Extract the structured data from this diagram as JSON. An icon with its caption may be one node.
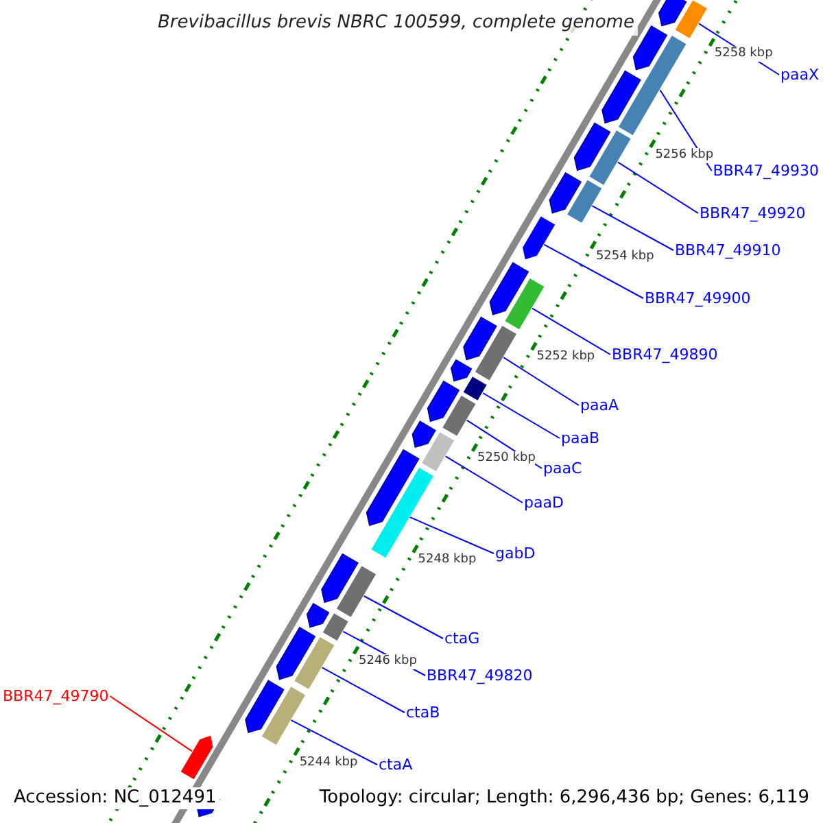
{
  "diagram": {
    "title": "Brevibacillus brevis NBRC 100599, complete genome",
    "nodes": [
      {
        "text": [
          "paaX"
        ]
      },
      {
        "text": [],
        "shape": "bar"
      },
      {
        "text": [
          "BBR47_49930"
        ]
      },
      {
        "text": [],
        "shape": "bar"
      },
      {
        "text": [
          "BBR47_49920"
        ]
      },
      {
        "text": [],
        "shape": "bar"
      },
      {
        "text": [
          "BBR47_49910"
        ]
      },
      {
        "text": [],
        "shape": "bar"
      },
      {
        "text": [
          "BBR47_49900"
        ]
      },
      {
        "text": [],
        "shape": "arrow"
      },
      {
        "text": [
          "BBR47_49890"
        ]
      },
      {
        "text": [],
        "shape": "bar"
      },
      {
        "text": [
          "paaA"
        ]
      },
      {
        "text": [],
        "shape": "bar"
      },
      {
        "text": [
          "paaB"
        ]
      },
      {
        "text": [],
        "shape": "bar"
      },
      {
        "text": [
          "paaC"
        ]
      },
      {
        "text": [],
        "shape": "bar"
      },
      {
        "text": [
          "paaD"
        ]
      },
      {
        "text": [],
        "shape": "bar"
      },
      {
        "text": [
          "gabD"
        ]
      },
      {
        "text": [],
        "shape": "bar"
      },
      {
        "text": [
          "ctaG"
        ]
      },
      {
        "text": [],
        "shape": "bar"
      },
      {
        "text": [
          "BBR47_49820"
        ]
      },
      {
        "text": [],
        "shape": "bar"
      },
      {
        "text": [
          "ctaB"
        ]
      },
      {
        "text": [],
        "shape": "bar"
      },
      {
        "text": [
          "ctaA"
        ]
      },
      {
        "text": [],
        "shape": "bar"
      },
      {
        "text": [
          "BBR47_49790"
        ]
      },
      {
        "text": [],
        "shape": "arrow"
      }
    ],
    "edges": [
      {
        "from": 0,
        "to": 1,
        "arrow": "none"
      },
      {
        "from": 2,
        "to": 3,
        "arrow": "none"
      },
      {
        "from": 4,
        "to": 5,
        "arrow": "none"
      },
      {
        "from": 6,
        "to": 7,
        "arrow": "none"
      },
      {
        "from": 8,
        "to": 9,
        "arrow": "none"
      },
      {
        "from": 10,
        "to": 11,
        "arrow": "none"
      },
      {
        "from": 12,
        "to": 13,
        "arrow": "none"
      },
      {
        "from": 14,
        "to": 15,
        "arrow": "none"
      },
      {
        "from": 16,
        "to": 17,
        "arrow": "none"
      },
      {
        "from": 18,
        "to": 19,
        "arrow": "none"
      },
      {
        "from": 20,
        "to": 21,
        "arrow": "none"
      },
      {
        "from": 22,
        "to": 23,
        "arrow": "none"
      },
      {
        "from": 24,
        "to": 25,
        "arrow": "none"
      },
      {
        "from": 26,
        "to": 27,
        "arrow": "none"
      },
      {
        "from": 28,
        "to": 29,
        "arrow": "none"
      },
      {
        "from": 30,
        "to": 31,
        "arrow": "none",
        "color": "#ff0000"
      }
    ],
    "labels": [
      "5258 kbp",
      "5256 kbp",
      "5254 kbp",
      "5252 kbp",
      "5250 kbp",
      "5248 kbp",
      "5246 kbp",
      "5244 kbp",
      "Accession: NC_012491",
      "Topology: circular; Length: 6,296,436 bp; Genes: 6,119"
    ]
  }
}
